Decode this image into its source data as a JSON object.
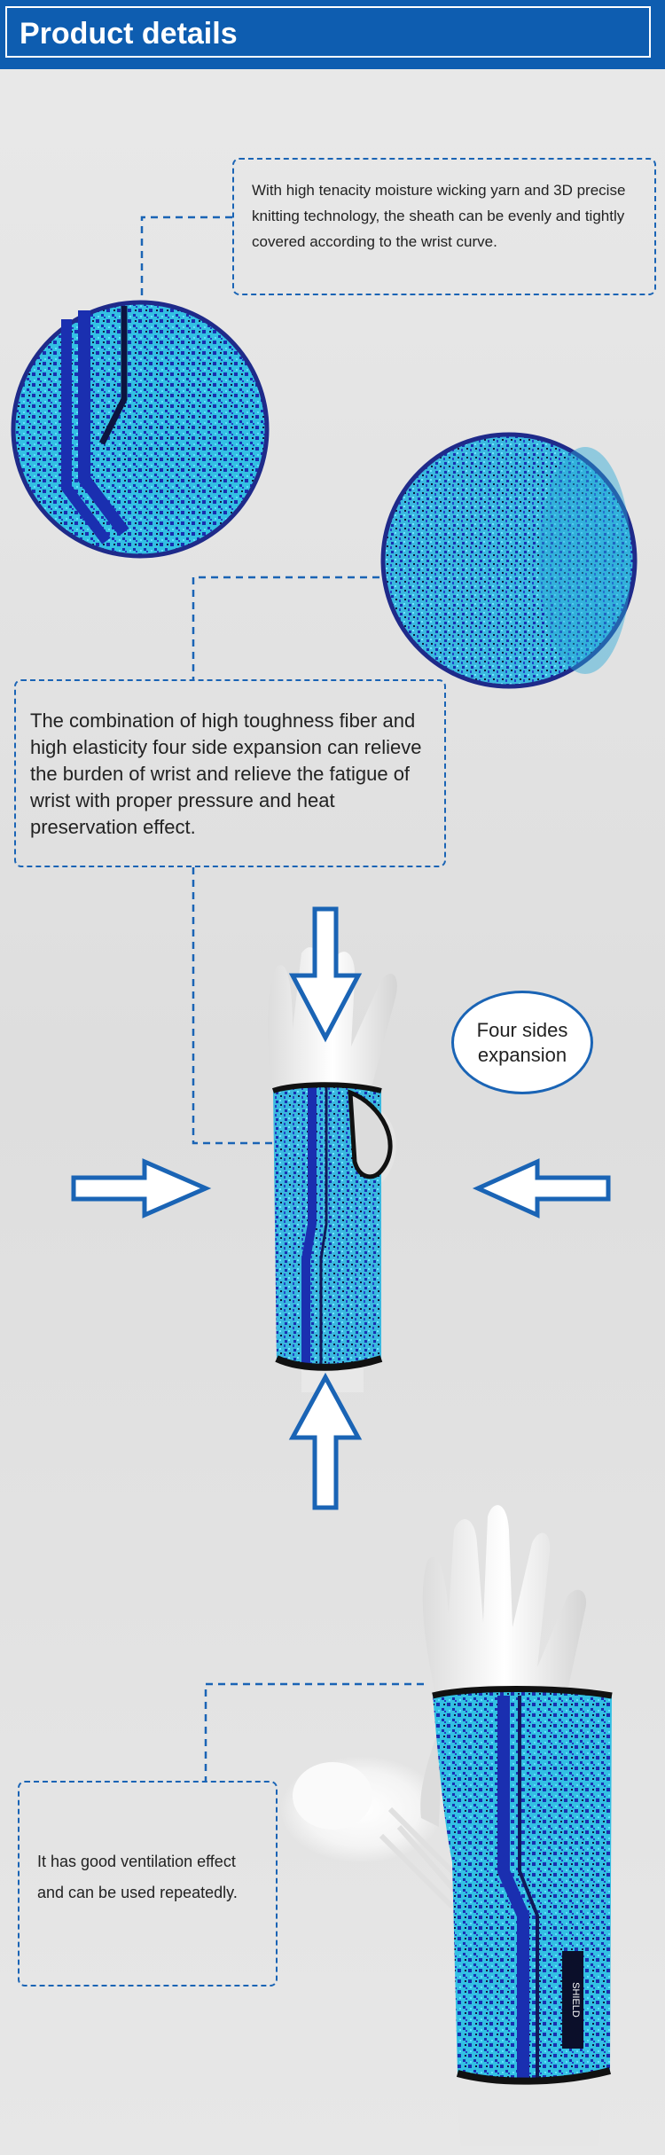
{
  "header": {
    "title": "Product details"
  },
  "callouts": {
    "moisture_wicking": "With high tenacity moisture wicking yarn and 3D precise knitting technology, the sheath can be evenly and tightly covered according to the wrist curve.",
    "toughness_elasticity": "The combination of high toughness fiber and high elasticity four side expansion can relieve the burden of wrist and relieve the fatigue of wrist with proper pressure and heat preservation effect.",
    "ventilation": "It has good ventilation effect and can be used repeatedly."
  },
  "badge": {
    "four_sides": "Four sides expansion"
  },
  "brand_mark": "SHIELD",
  "colors": {
    "accent": "#1a64b5",
    "header": "#0e5db0",
    "knit_light": "#33c0e3",
    "knit_dark": "#1a2fb0",
    "knit_black": "#101840"
  }
}
